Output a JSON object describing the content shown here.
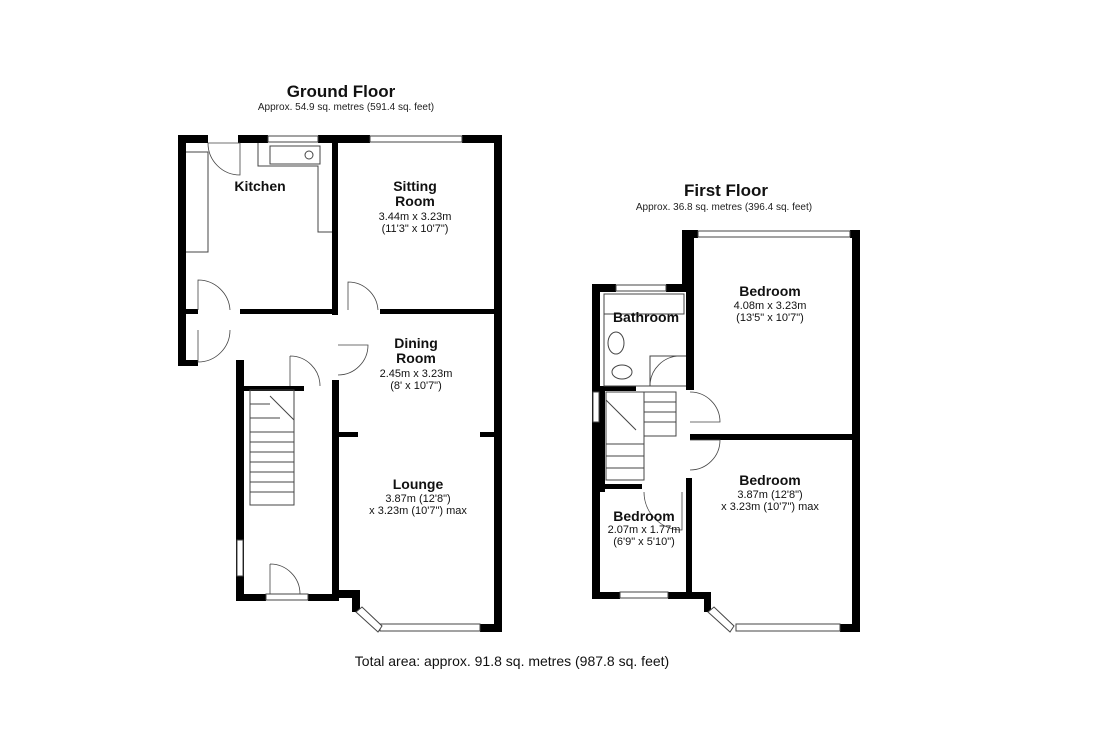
{
  "ground_floor": {
    "title": "Ground Floor",
    "area": "Approx. 54.9 sq. metres (591.4 sq. feet)",
    "rooms": {
      "kitchen": {
        "name": "Kitchen"
      },
      "sitting_room": {
        "name_line1": "Sitting",
        "name_line2": "Room",
        "dim_metric": "3.44m x 3.23m",
        "dim_imperial": "(11'3\" x 10'7\")"
      },
      "dining_room": {
        "name_line1": "Dining",
        "name_line2": "Room",
        "dim_metric": "2.45m x 3.23m",
        "dim_imperial": "(8' x 10'7\")"
      },
      "lounge": {
        "name": "Lounge",
        "dim_line1": "3.87m (12'8\")",
        "dim_line2": "x 3.23m (10'7\") max"
      }
    }
  },
  "first_floor": {
    "title": "First Floor",
    "area": "Approx. 36.8 sq. metres (396.4 sq. feet)",
    "rooms": {
      "bathroom": {
        "name": "Bathroom"
      },
      "bedroom_front": {
        "name": "Bedroom",
        "dim_metric": "4.08m x 3.23m",
        "dim_imperial": "(13'5\" x 10'7\")"
      },
      "bedroom_rear": {
        "name": "Bedroom",
        "dim_line1": "3.87m (12'8\")",
        "dim_line2": "x 3.23m (10'7\") max"
      },
      "bedroom_small": {
        "name": "Bedroom",
        "dim_metric": "2.07m x 1.77m",
        "dim_imperial": "(6'9\" x 5'10\")"
      }
    }
  },
  "total_area": "Total area: approx. 91.8 sq. metres (987.8 sq. feet)"
}
